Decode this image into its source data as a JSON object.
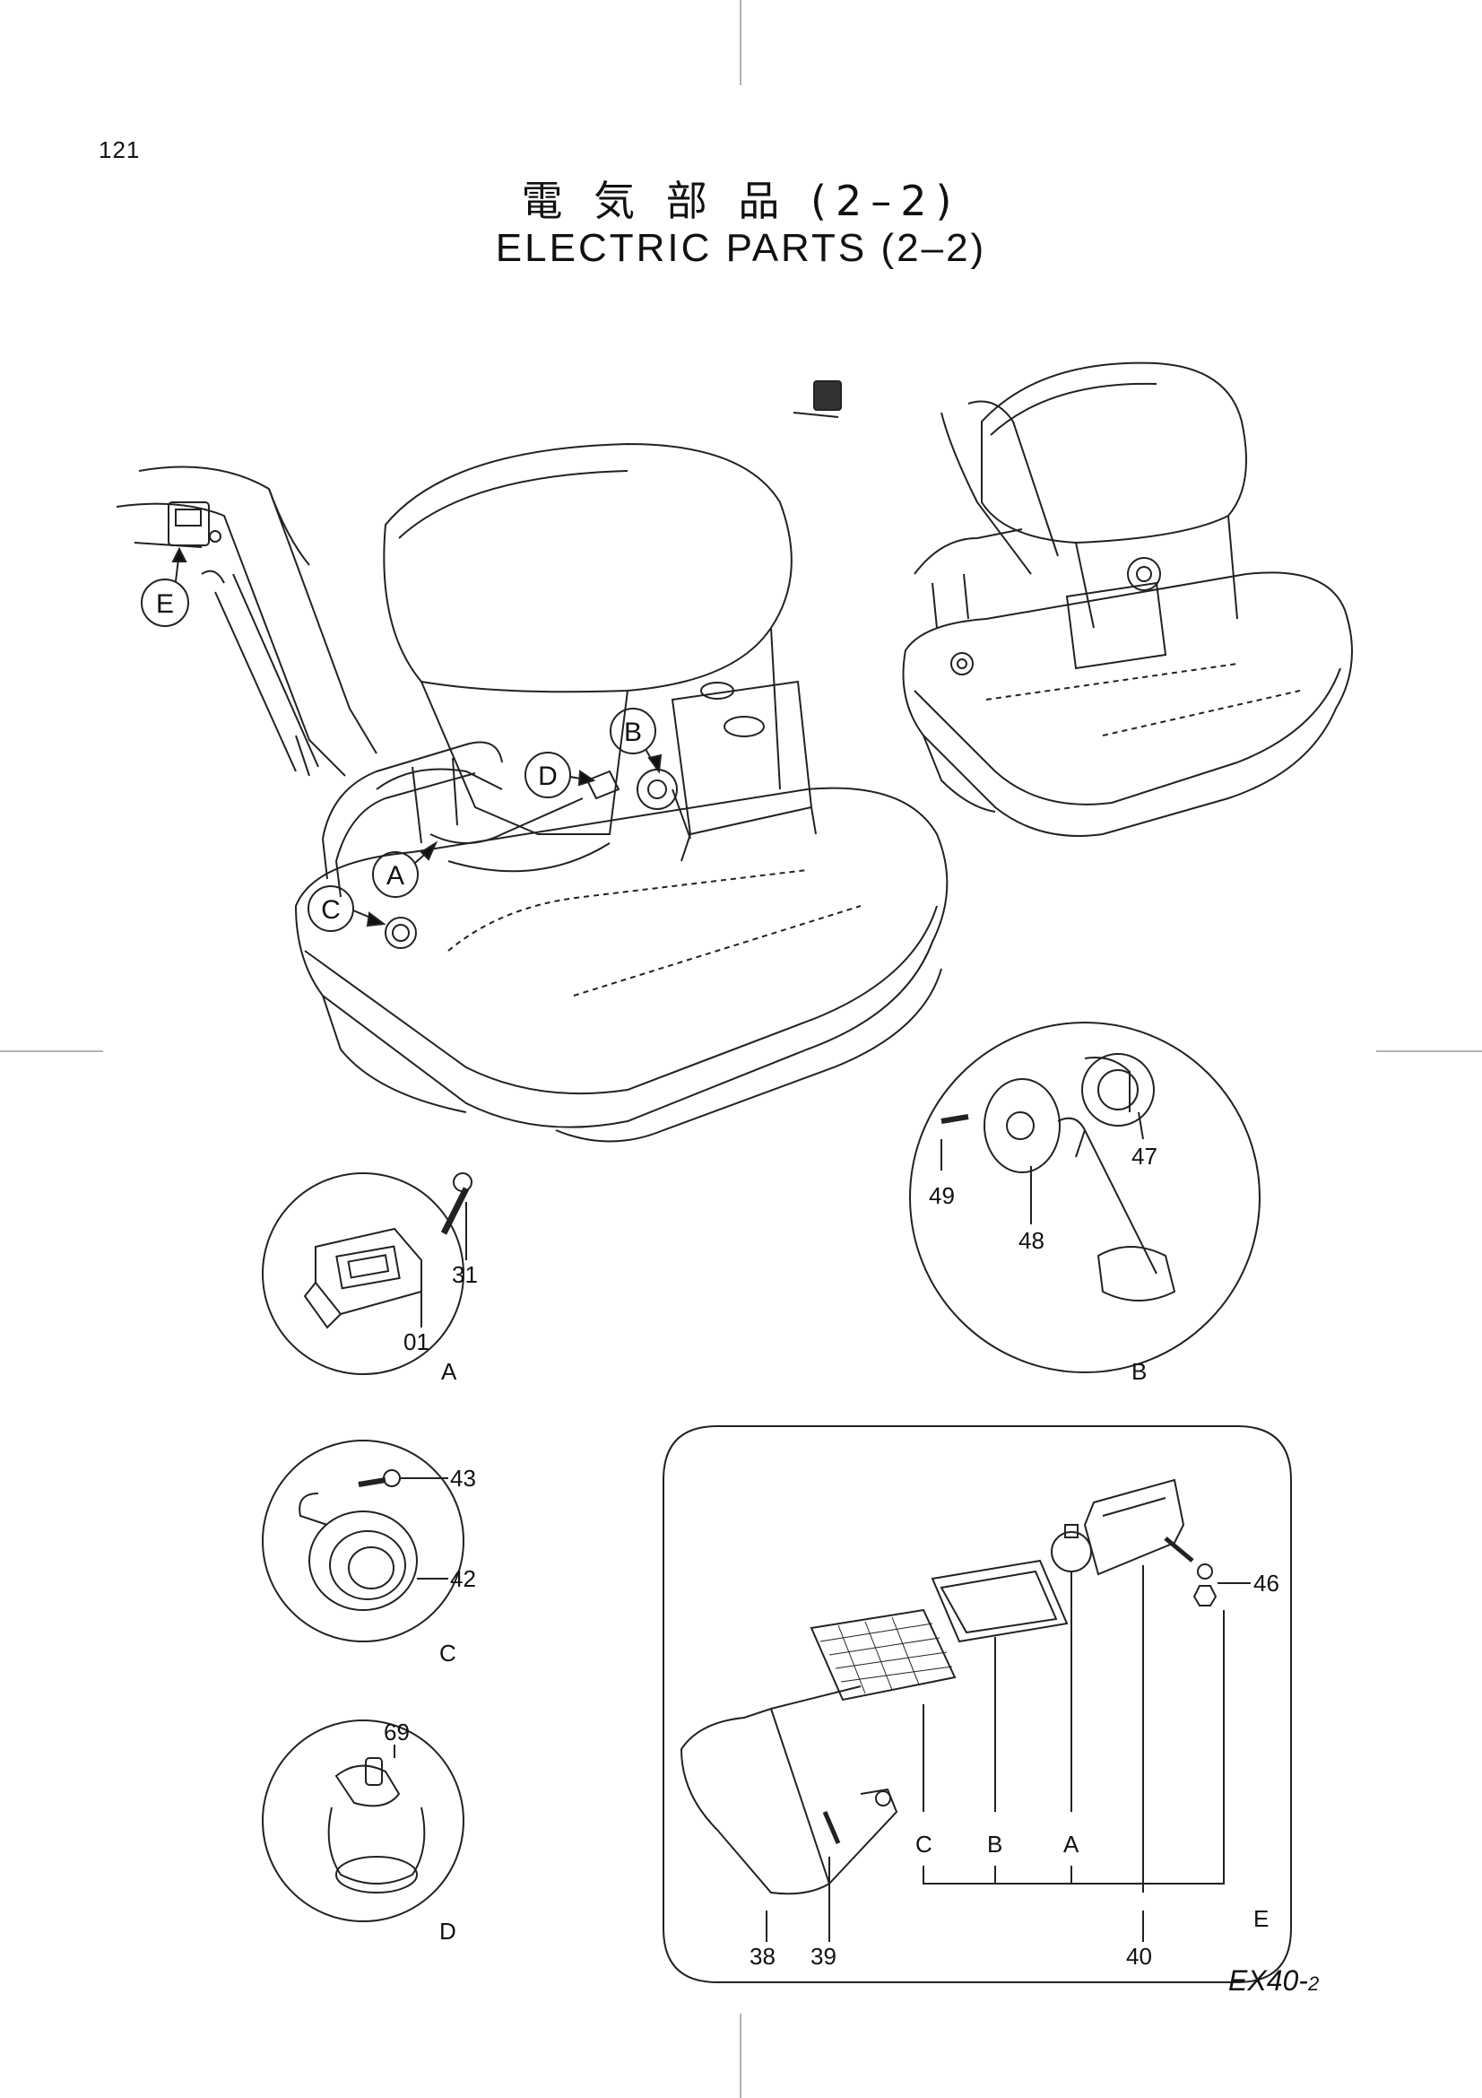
{
  "page_number": "121",
  "title_jp": "電 気 部 品 (2–2)",
  "title_en": "ELECTRIC PARTS (2–2)",
  "footer": {
    "model": "EX40-",
    "suffix": "2"
  },
  "callouts": {
    "a": "A",
    "b": "B",
    "c": "C",
    "d": "D",
    "e": "E"
  },
  "detail_labels": {
    "a": "A",
    "b": "B",
    "c": "C",
    "d": "D",
    "e": "E"
  },
  "part_numbers": {
    "p01": "01",
    "p31": "31",
    "p38": "38",
    "p39": "39",
    "p40": "40",
    "p42": "42",
    "p43": "43",
    "p46": "46",
    "p47": "47",
    "p48": "48",
    "p49": "49",
    "p69": "69"
  },
  "lamp_refs": {
    "c": "C",
    "b": "B",
    "a": "A"
  }
}
